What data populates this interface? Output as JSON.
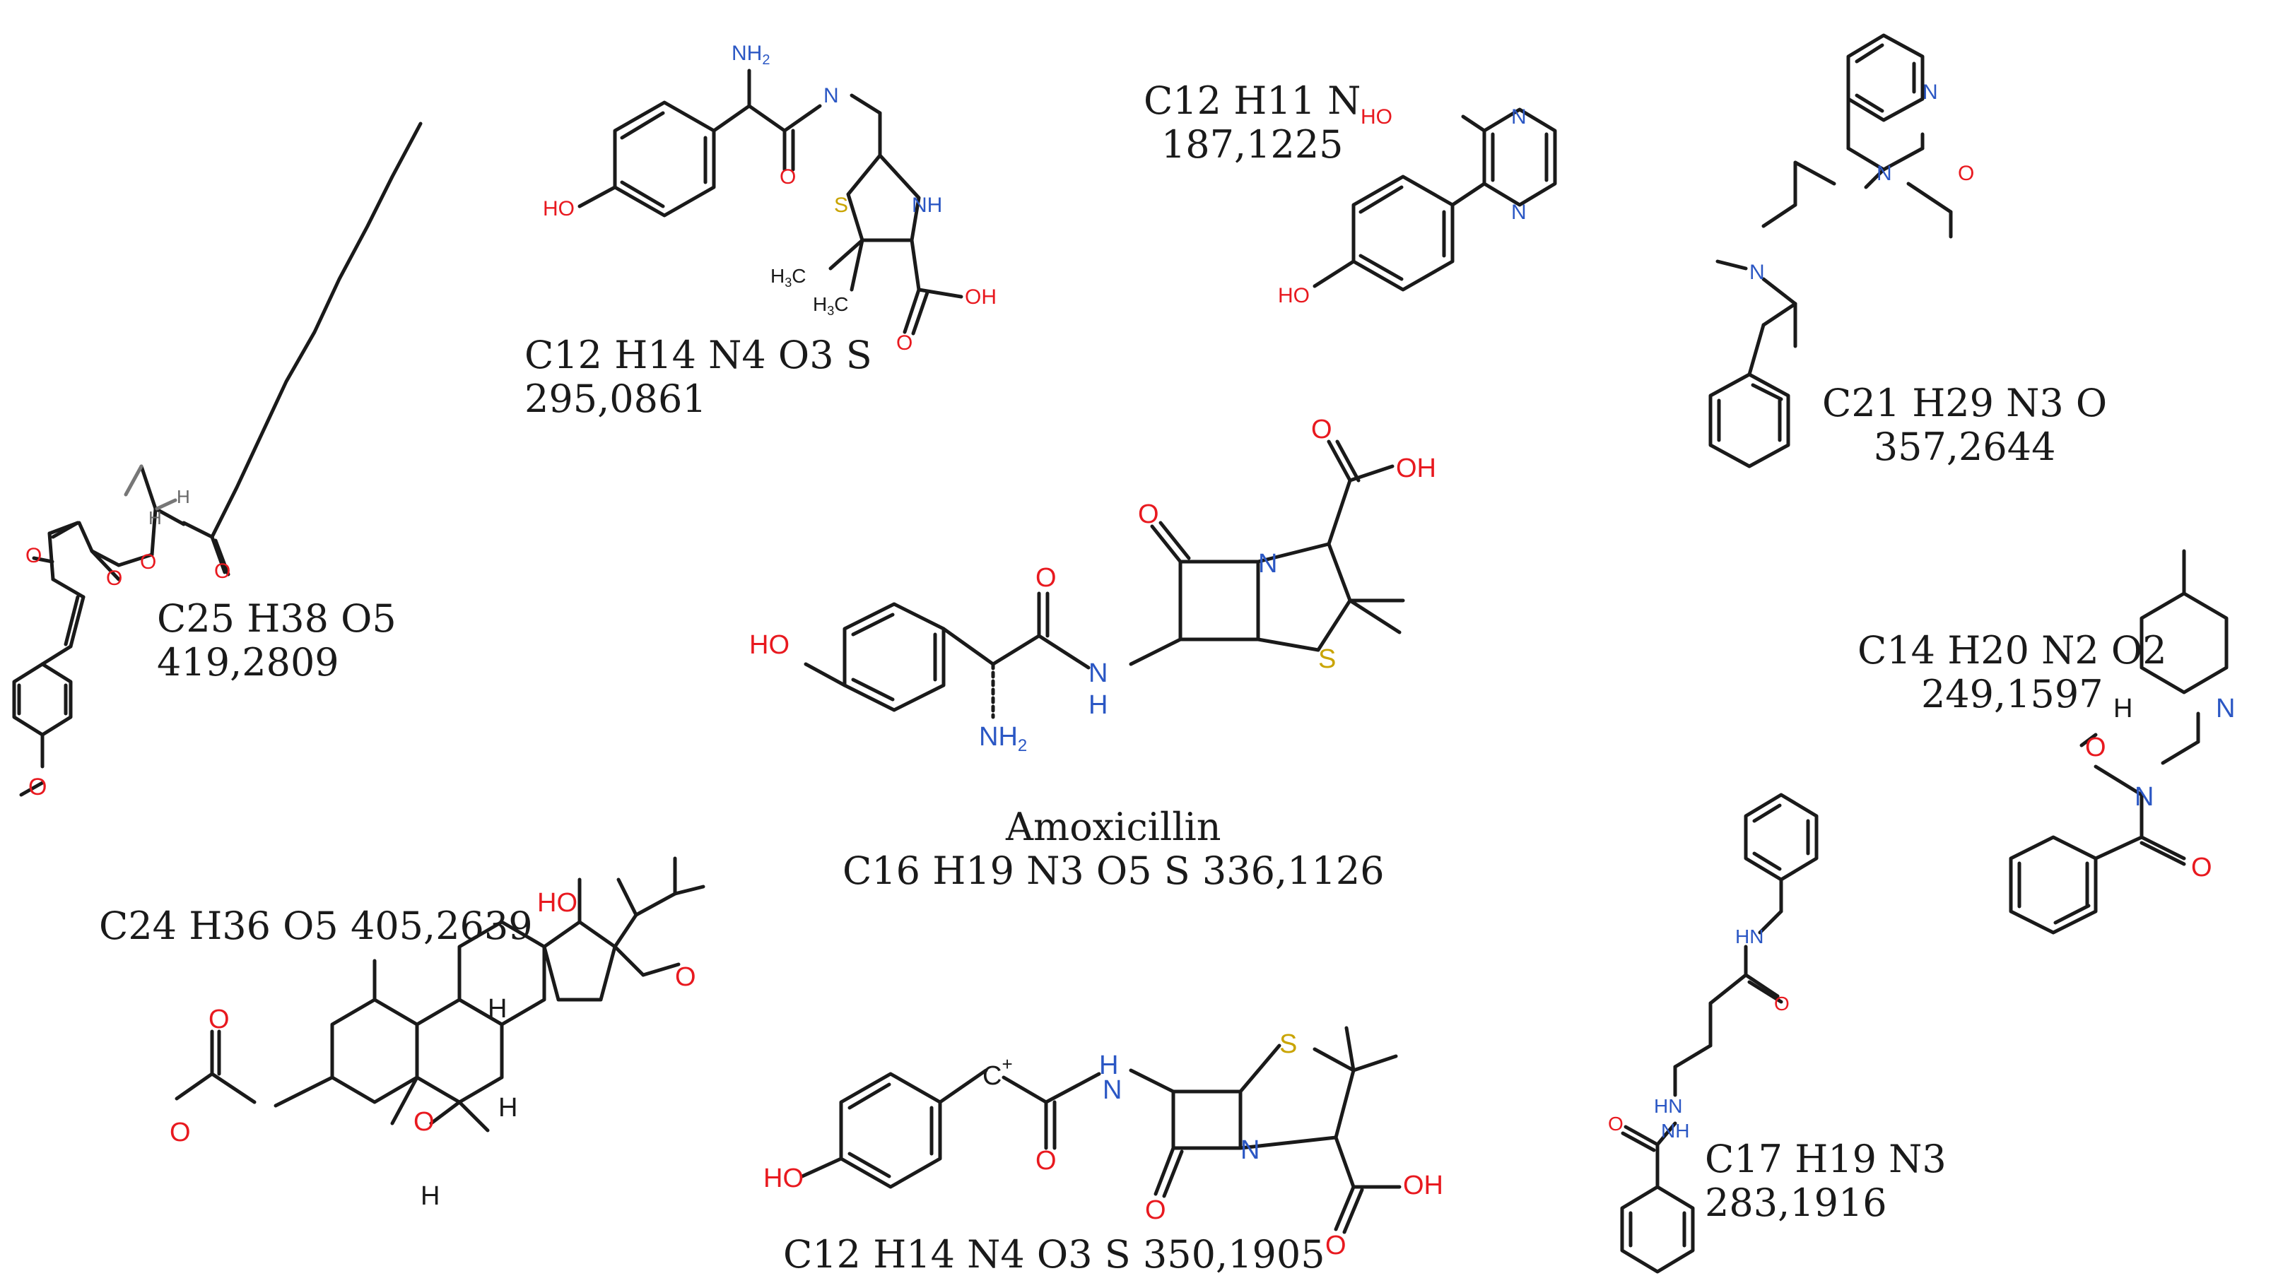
{
  "colors": {
    "bond": "#1a1a1a",
    "oxygen": "#e8191f",
    "nitrogen": "#2b57c4",
    "sulfur": "#c9a400",
    "text": "#1a1a1a"
  },
  "atoms": {
    "O": "O",
    "OH": "OH",
    "HO": "HO",
    "N": "N",
    "H": "H",
    "S": "S",
    "NH": "NH",
    "HN": "HN",
    "NH2_plain": "NH",
    "sub2": "2",
    "H3C": "H",
    "C": "C",
    "plus": "+"
  },
  "molecules": {
    "ester": {
      "formula": "C25 H38 O5",
      "mass": "419,2809"
    },
    "penicilloyl": {
      "formula": "C12 H14 N4 O3 S",
      "mass": "295,0861"
    },
    "pyrazine": {
      "formula": "C12 H11 N",
      "mass": "187,1225"
    },
    "amide": {
      "formula": "C21 H29 N3 O",
      "mass": "357,2644"
    },
    "amoxicillin": {
      "name": "Amoxicillin",
      "formula_mass": "C16 H19 N3 O5 S 336,1126"
    },
    "hydroxamate": {
      "formula": "C14 H20 N2 O2",
      "mass": "249,1597"
    },
    "steroid": {
      "formula_mass": "C24 H36 O5 405,2639"
    },
    "carbocation": {
      "formula_mass": "C12 H14 N4 O3 S 350,1905"
    },
    "hydrazide": {
      "formula": "C17 H19 N3",
      "mass": "283,1916"
    }
  }
}
